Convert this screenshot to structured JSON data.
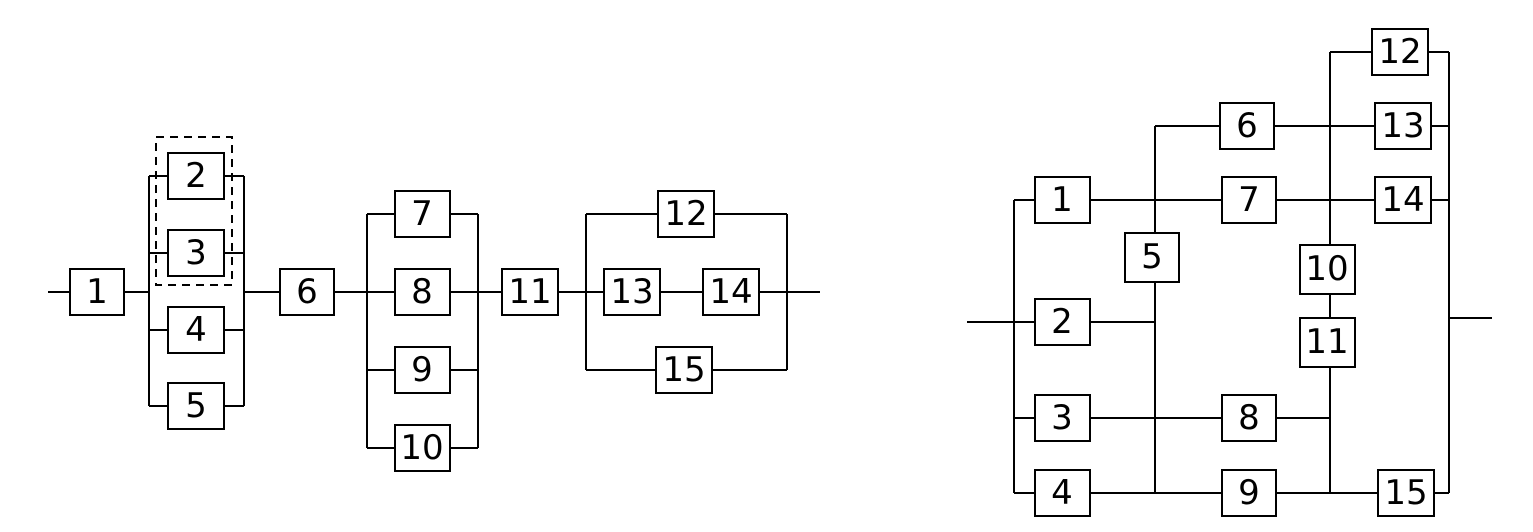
{
  "colors": {
    "line": "#000000",
    "background": "#ffffff",
    "box_fill": "#ffffff"
  },
  "left_diagram": {
    "blocks": [
      "1",
      "2",
      "3",
      "4",
      "5",
      "6",
      "7",
      "8",
      "9",
      "10",
      "11",
      "12",
      "13",
      "14",
      "15"
    ]
  },
  "right_diagram": {
    "blocks": [
      "1",
      "2",
      "3",
      "4",
      "5",
      "6",
      "7",
      "8",
      "9",
      "10",
      "11",
      "12",
      "13",
      "14",
      "15"
    ]
  }
}
